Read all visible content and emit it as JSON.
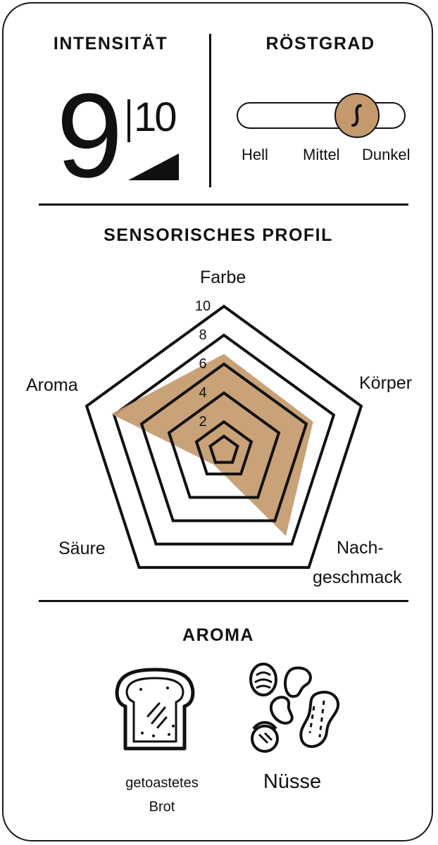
{
  "intensity": {
    "title": "INTENSITÄT",
    "value": "9",
    "max": "10",
    "level": 0.9
  },
  "roast": {
    "title": "RÖSTGRAD",
    "levels": [
      "Hell",
      "Mittel",
      "Dunkel"
    ],
    "selected": "Mittel-Dunkel",
    "knob_symbol": "ʃ",
    "accent_color": "#c49a6c"
  },
  "profile": {
    "title": "SENSORISCHES PROFIL",
    "axes": [
      "Farbe",
      "Körper",
      "Nach-",
      "geschmack",
      "Säure",
      "Aroma"
    ],
    "rings": [
      "10",
      "8",
      "6",
      "4",
      "2"
    ],
    "fill_color": "#c49a6c"
  },
  "chart_data": {
    "type": "radar",
    "categories": [
      "Farbe",
      "Körper",
      "Nachgeschmack",
      "Säure",
      "Aroma"
    ],
    "values": [
      6.7,
      6.5,
      7.3,
      1.2,
      8.2
    ],
    "ylim": [
      0,
      10
    ],
    "ticks": [
      2,
      4,
      6,
      8,
      10
    ]
  },
  "aroma": {
    "title": "AROMA",
    "items": [
      {
        "line1": "getoastetes",
        "line2": "Brot",
        "icon": "toast-icon"
      },
      {
        "line1": "Nüsse",
        "icon": "nuts-icon"
      }
    ]
  }
}
